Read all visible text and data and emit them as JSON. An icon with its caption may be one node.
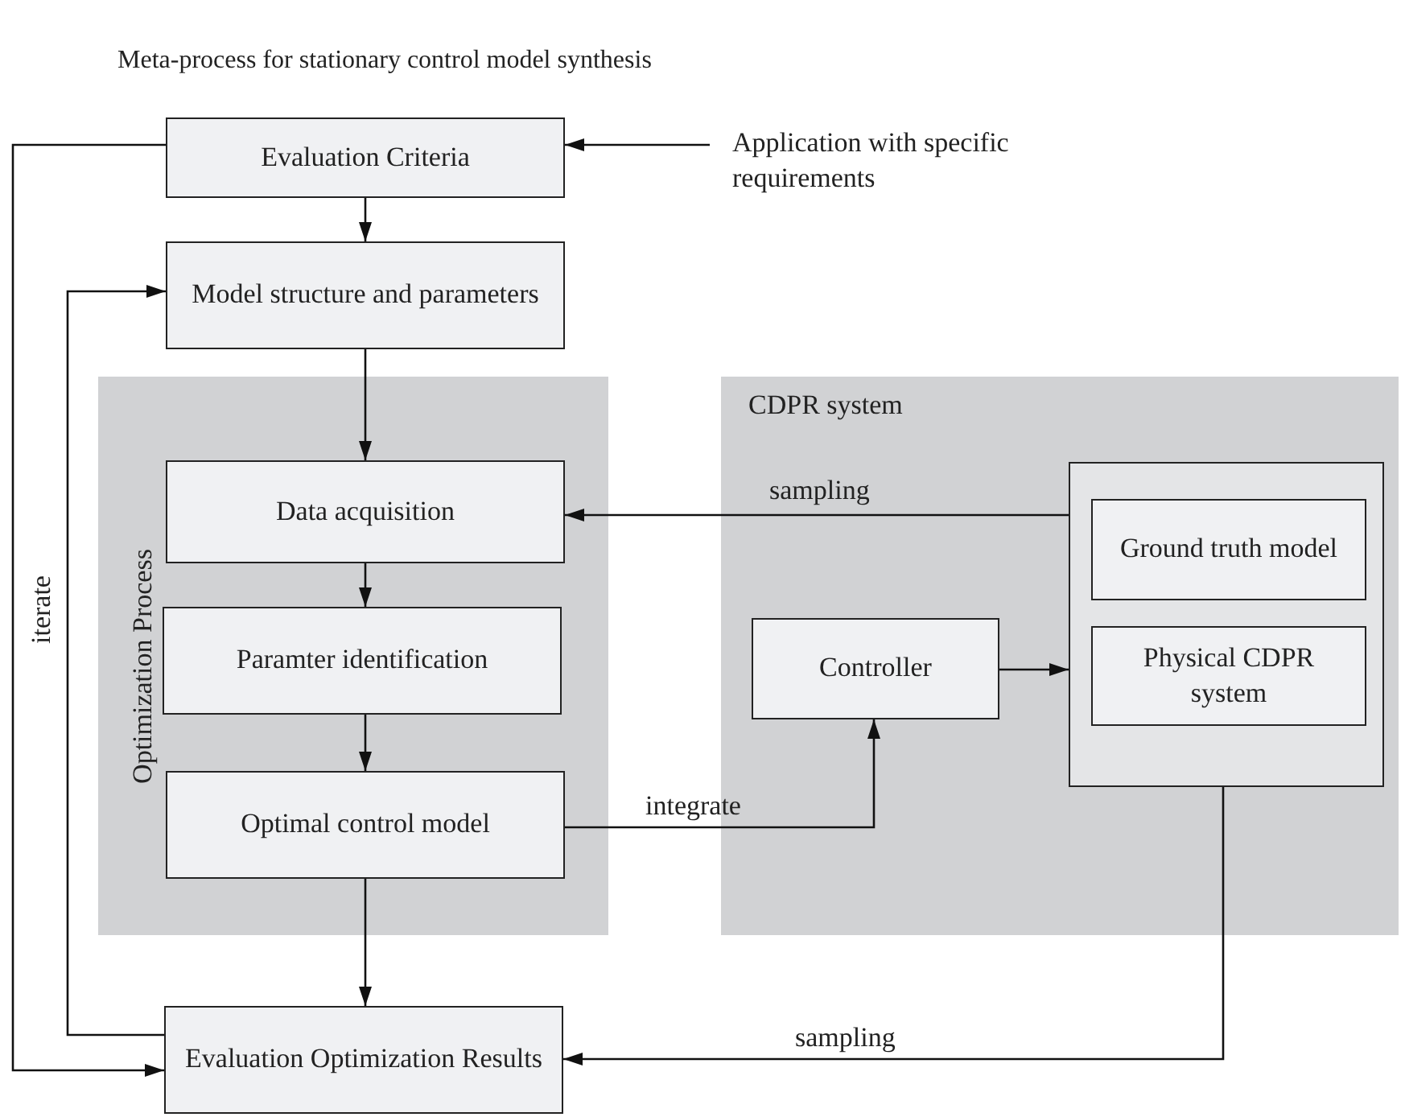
{
  "diagram": {
    "title": "Meta-process for stationary control model synthesis",
    "nodes": [
      {
        "text": [
          "Evaluation Criteria"
        ]
      },
      {
        "text": [
          "Model structure and parameters"
        ]
      },
      {
        "text": [
          "Optimization Process"
        ]
      },
      {
        "text": [
          "Data acquisition"
        ],
        "in": 2
      },
      {
        "text": [
          "Paramter identification"
        ],
        "in": 2
      },
      {
        "text": [
          "Optimal control model"
        ],
        "in": 2
      },
      {
        "text": [
          "CDPR system"
        ]
      },
      {
        "text": [
          "Controller"
        ],
        "in": 6
      },
      {
        "text": [],
        "shape": "box",
        "in": 6
      },
      {
        "text": [
          "Ground truth model"
        ],
        "in": 8
      },
      {
        "text": [
          "Physical CDPR system"
        ],
        "in": 8
      },
      {
        "text": [
          "Evaluation Optimization Results"
        ]
      },
      {
        "text": [
          "Application with specific requirements"
        ]
      }
    ],
    "edges": [
      {
        "from": 12,
        "to": 0,
        "arrow": "to"
      },
      {
        "from": 0,
        "to": 1,
        "arrow": "to"
      },
      {
        "from": 1,
        "to": 3,
        "arrow": "to"
      },
      {
        "from": 3,
        "to": 4,
        "arrow": "to"
      },
      {
        "from": 4,
        "to": 5,
        "arrow": "to"
      },
      {
        "from": 5,
        "to": 11,
        "arrow": "to"
      },
      {
        "from": 8,
        "to": 3,
        "arrow": "to",
        "label": "sampling"
      },
      {
        "from": 7,
        "to": 8,
        "arrow": "to"
      },
      {
        "from": 5,
        "to": 7,
        "arrow": "to",
        "label": "integrate"
      },
      {
        "from": 8,
        "to": 11,
        "arrow": "to",
        "label": "sampling"
      },
      {
        "from": 0,
        "to": 11,
        "arrow": "to"
      },
      {
        "from": 11,
        "to": 1,
        "arrow": "to",
        "label": "iterate"
      }
    ]
  }
}
